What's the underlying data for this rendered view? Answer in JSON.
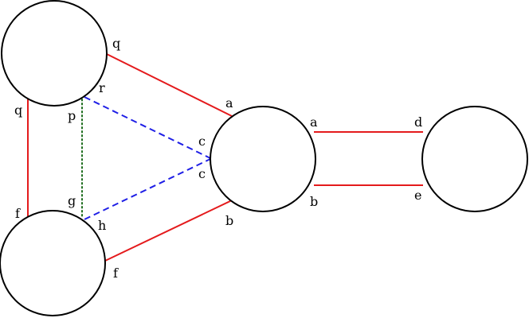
{
  "colors": {
    "red": "#e41a1c",
    "blue": "#1f1fe6",
    "green": "#1b6b1b"
  },
  "labels": {
    "n1_q_right": "q",
    "n1_r": "r",
    "n1_q_left": "q",
    "n1_p": "p",
    "n2_f_top": "f",
    "n2_g": "g",
    "n2_h": "h",
    "n2_f_right": "f",
    "n3_a_top": "a",
    "n3_a_right": "a",
    "n3_c_top": "c",
    "n3_c_bottom": "c",
    "n3_b_bottom": "b",
    "n3_b_right": "b",
    "n4_d": "d",
    "n4_e": "e"
  }
}
